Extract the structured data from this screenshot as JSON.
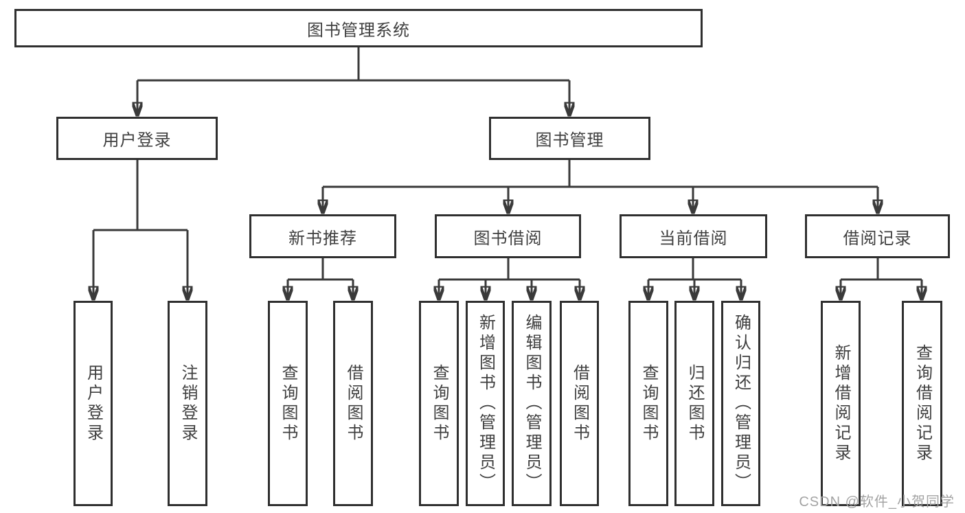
{
  "colors": {
    "background": "#ffffff",
    "line": "#3a3a3a",
    "border": "#2f2f2f",
    "text": "#3f3f3f",
    "watermark": "#a3a3a3"
  },
  "nodes": {
    "root": "图书管理系统",
    "login": {
      "label": "用户登录",
      "children": {
        "user_login": "用户登录",
        "logout": "注销登录"
      }
    },
    "mgmt": {
      "label": "图书管理",
      "children": {
        "new_books": {
          "label": "新书推荐",
          "children": {
            "query": "查询图书",
            "borrow": "借阅图书"
          }
        },
        "borrowing": {
          "label": "图书借阅",
          "children": {
            "query": "查询图书",
            "add": "新增图书（管理员）",
            "edit": "编辑图书（管理员）",
            "borrow": "借阅图书"
          }
        },
        "current": {
          "label": "当前借阅",
          "children": {
            "query": "查询图书",
            "return": "归还图书",
            "confirm": "确认归还（管理员）"
          }
        },
        "records": {
          "label": "借阅记录",
          "children": {
            "add": "新增借阅记录",
            "query": "查询借阅记录"
          }
        }
      }
    }
  },
  "watermark": "CSDN @软件_小贺同学"
}
